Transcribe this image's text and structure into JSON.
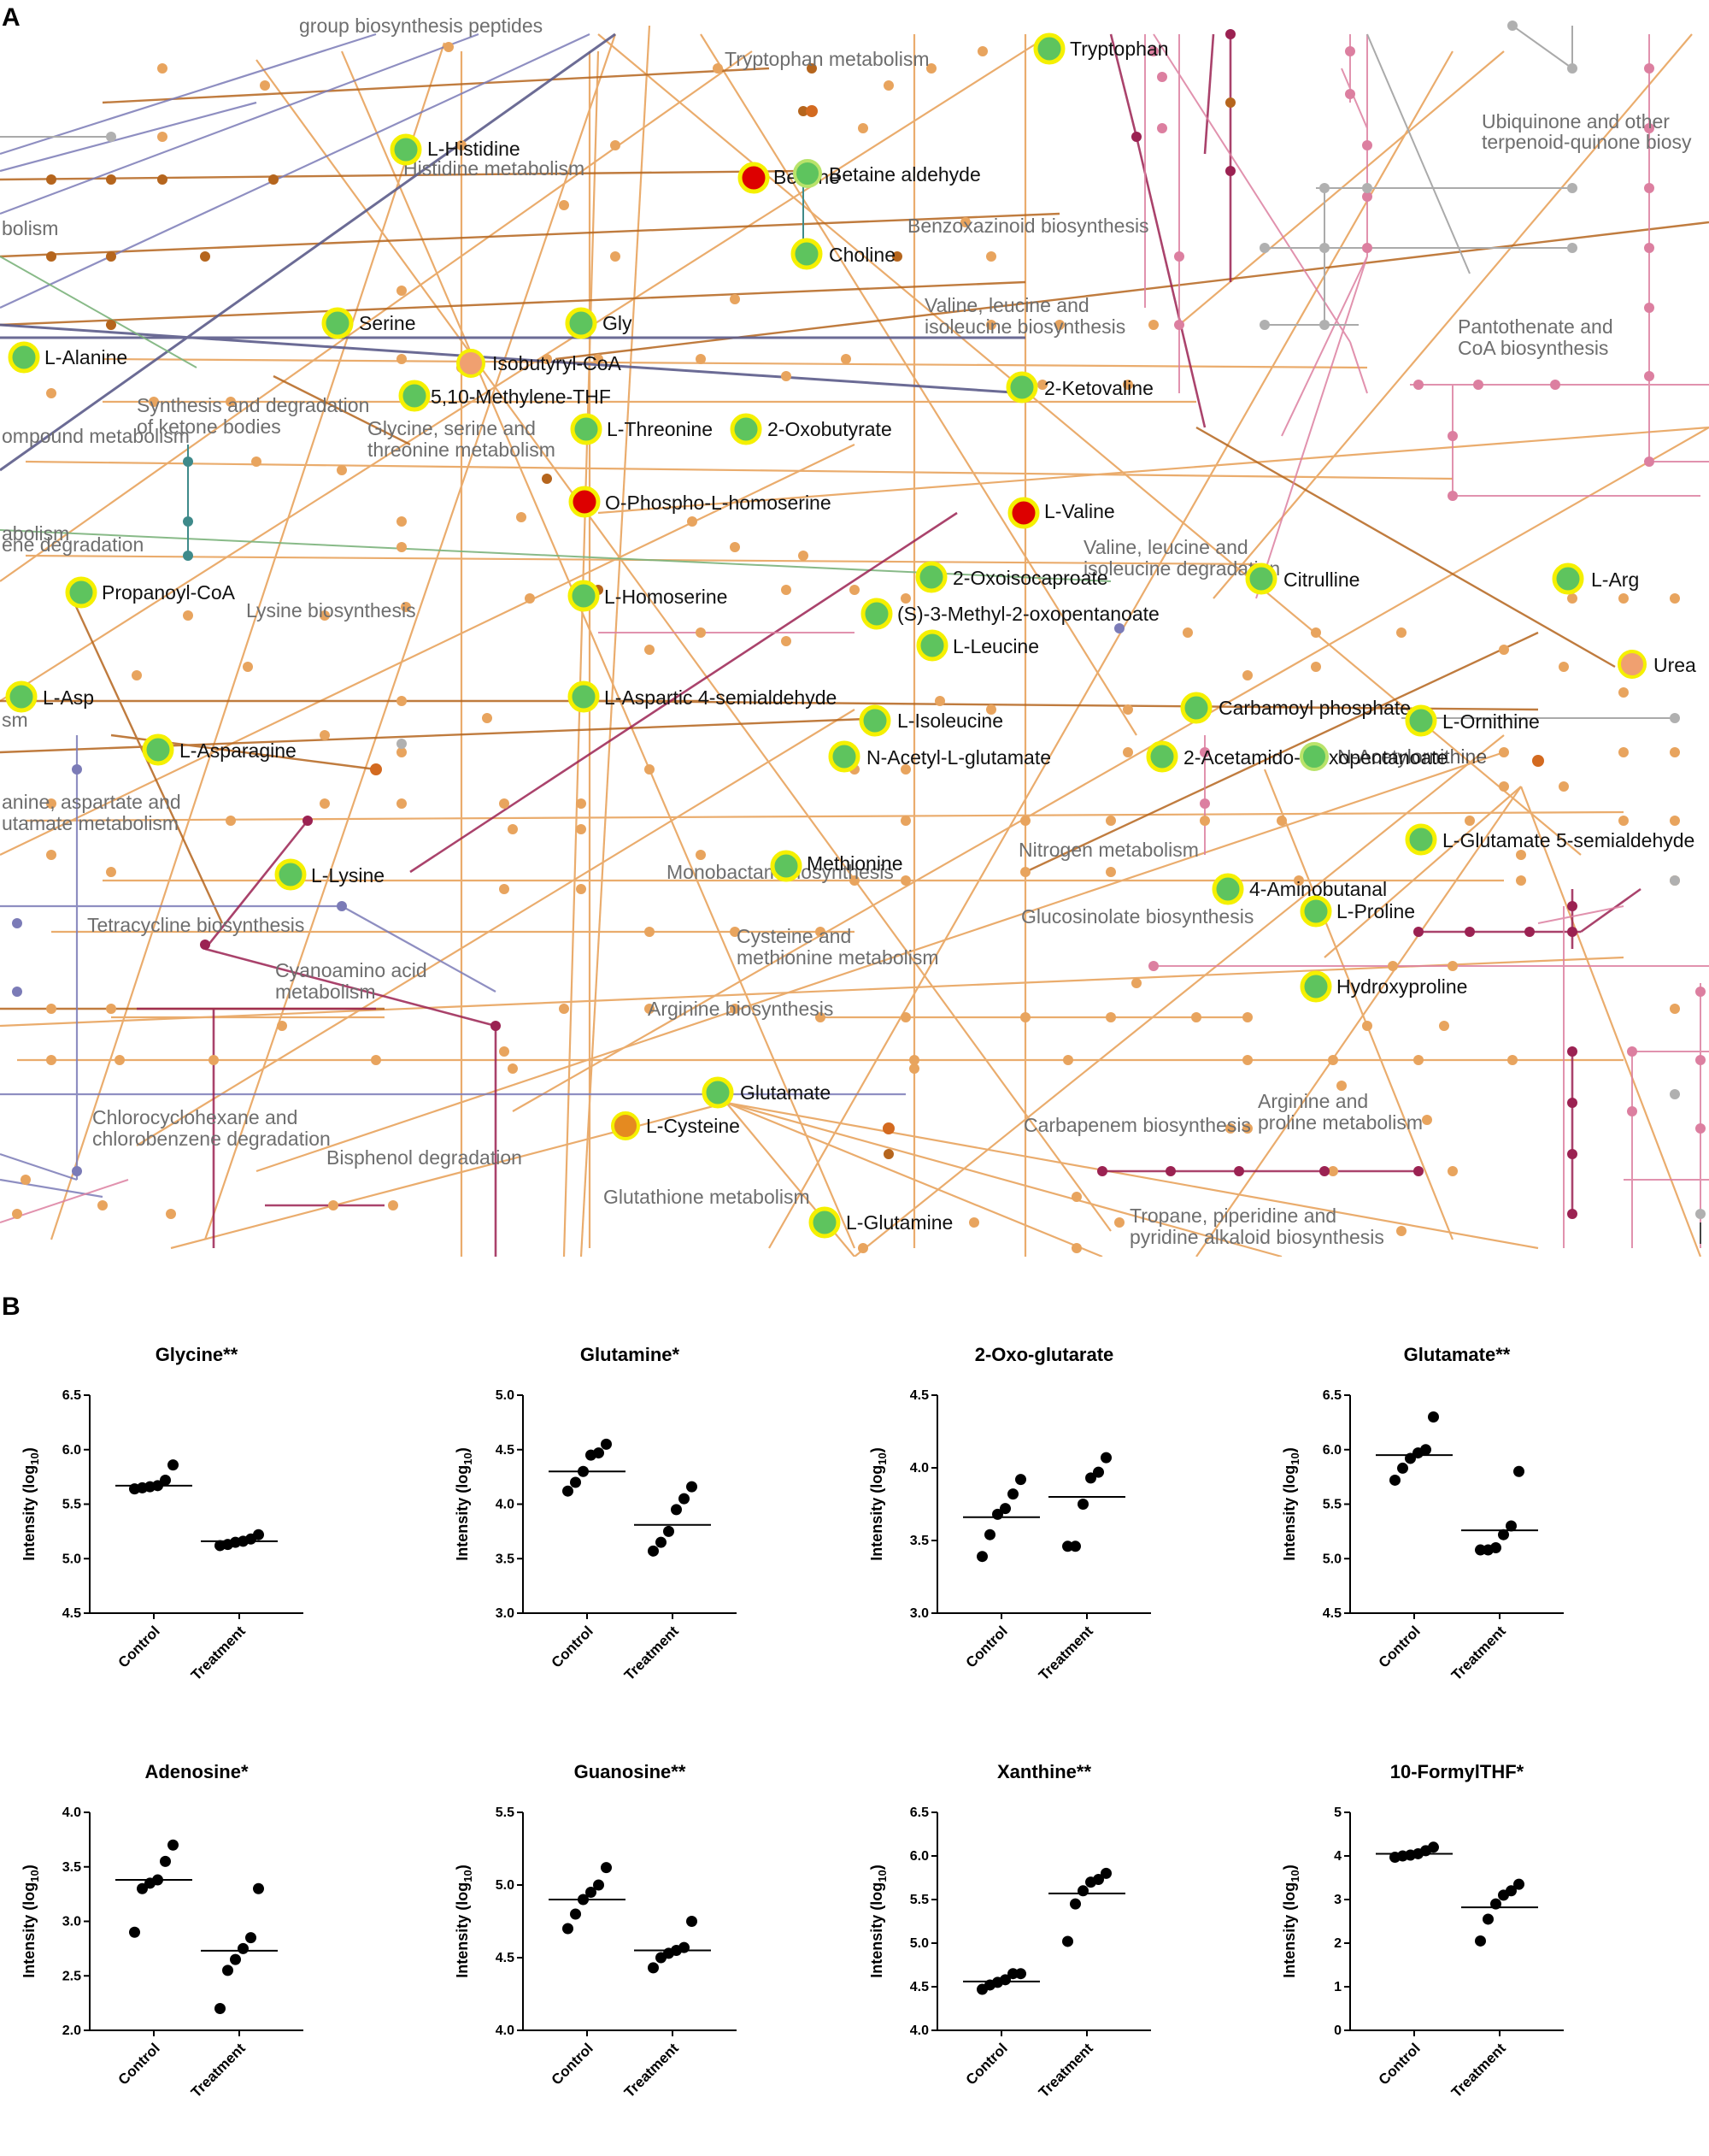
{
  "panel_a": {
    "letter": "A",
    "metabolites": [
      {
        "name": "L-Histidine",
        "color": "#5ec45e"
      },
      {
        "name": "Betaine",
        "color": "#dd0000"
      },
      {
        "name": "Betaine aldehyde",
        "color": "#5ec45e"
      },
      {
        "name": "Tryptophan",
        "color": "#5ec45e"
      },
      {
        "name": "Choline",
        "color": "#5ec45e"
      },
      {
        "name": "Serine",
        "color": "#5ec45e"
      },
      {
        "name": "Gly",
        "color": "#5ec45e"
      },
      {
        "name": "L-Alanine",
        "color": "#5ec45e"
      },
      {
        "name": "Isobutyryl-CoA",
        "color": "#f0a070"
      },
      {
        "name": "5,10-Methylene-THF",
        "color": "#5ec45e"
      },
      {
        "name": "2-Ketovaline",
        "color": "#5ec45e"
      },
      {
        "name": "L-Threonine",
        "color": "#5ec45e"
      },
      {
        "name": "2-Oxobutyrate",
        "color": "#5ec45e"
      },
      {
        "name": "O-Phospho-L-homoserine",
        "color": "#dd0000"
      },
      {
        "name": "L-Valine",
        "color": "#dd0000"
      },
      {
        "name": "Propanoyl-CoA",
        "color": "#5ec45e"
      },
      {
        "name": "L-Homoserine",
        "color": "#5ec45e"
      },
      {
        "name": "2-Oxoisocaproate",
        "color": "#5ec45e"
      },
      {
        "name": "Citrulline",
        "color": "#5ec45e"
      },
      {
        "name": "L-Arg",
        "color": "#5ec45e"
      },
      {
        "name": "(S)-3-Methyl-2-oxopentanoate",
        "color": "#5ec45e"
      },
      {
        "name": "L-Leucine",
        "color": "#5ec45e"
      },
      {
        "name": "Urea",
        "color": "#f0a070"
      },
      {
        "name": "L-Asp",
        "color": "#5ec45e"
      },
      {
        "name": "L-Aspartic 4-semialdehyde",
        "color": "#5ec45e"
      },
      {
        "name": "Carbamoyl phosphate",
        "color": "#5ec45e"
      },
      {
        "name": "L-Ornithine",
        "color": "#5ec45e"
      },
      {
        "name": "L-Isoleucine",
        "color": "#5ec45e"
      },
      {
        "name": "L-Asparagine",
        "color": "#5ec45e"
      },
      {
        "name": "N-Acetyl-L-glutamate",
        "color": "#5ec45e"
      },
      {
        "name": "2-Acetamido-5-oxopentanoate",
        "color": "#5ec45e"
      },
      {
        "name": "N-Acetylornithine",
        "color": "#5ec45e"
      },
      {
        "name": "L-Glutamate 5-semialdehyde",
        "color": "#5ec45e"
      },
      {
        "name": "Methionine",
        "color": "#5ec45e"
      },
      {
        "name": "L-Lysine",
        "color": "#5ec45e"
      },
      {
        "name": "4-Aminobutanal",
        "color": "#5ec45e"
      },
      {
        "name": "L-Proline",
        "color": "#5ec45e"
      },
      {
        "name": "Hydroxyproline",
        "color": "#5ec45e"
      },
      {
        "name": "Glutamate",
        "color": "#5ec45e"
      },
      {
        "name": "L-Cysteine",
        "color": "#e58a20"
      },
      {
        "name": "L-Glutamine",
        "color": "#5ec45e"
      }
    ],
    "pathways": [
      "Tryptophan metabolism",
      "Ubiquinone and other",
      "terpenoid-quinone biosy",
      "Histidine metabolism",
      "Benzoxazinoid biosynthesis",
      "bolism",
      "Valine, leucine and",
      "isoleucine biosynthesis",
      "Pantothenate and",
      "CoA biosynthesis",
      "Synthesis and degradation",
      "of ketone bodies",
      "Glycine, serine and",
      "threonine metabolism",
      "ompound metabolism",
      "abolism",
      "ene degradation",
      "Valine, leucine and",
      "isoleucine degradation",
      "Lysine biosynthesis",
      "sm",
      "anine, aspartate and",
      "utamate metabolism",
      "Nitrogen metabolism",
      "Monobactam biosynthesis",
      "Glucosinolate biosynthesis",
      "Tetracycline biosynthesis",
      "Cysteine and",
      "methionine metabolism",
      "Cyanoamino acid",
      "metabolism",
      "Arginine biosynthesis",
      "Arginine and",
      "proline metabolism",
      "Chlorocyclohexane and",
      "chlorobenzene degradation",
      "Carbapenem biosynthesis",
      "Bisphenol degradation",
      "Glutathione metabolism",
      "Tropane, piperidine and",
      "pyridine alkaloid biosynthesis",
      "group biosynthesis peptides"
    ]
  },
  "panel_b": {
    "letter": "B",
    "y_axis_label": "Intensity (log",
    "y_axis_sub": "10",
    "y_axis_close": ")"
  },
  "chart_data": [
    {
      "type": "scatter",
      "title": "Glycine**",
      "categories": [
        "Control",
        "Treatment"
      ],
      "ylim": [
        4.5,
        6.5
      ],
      "yticks": [
        "4.5",
        "5.0",
        "5.5",
        "6.0",
        "6.5"
      ],
      "series": [
        {
          "values": [
            5.64,
            5.65,
            5.66,
            5.67,
            5.72,
            5.86
          ]
        },
        {
          "values": [
            5.12,
            5.13,
            5.15,
            5.16,
            5.18,
            5.22
          ]
        }
      ],
      "means": [
        5.67,
        5.16
      ]
    },
    {
      "type": "scatter",
      "title": "Glutamine*",
      "categories": [
        "Control",
        "Treatment"
      ],
      "ylim": [
        3.0,
        5.0
      ],
      "yticks": [
        "3.0",
        "3.5",
        "4.0",
        "4.5",
        "5.0"
      ],
      "series": [
        {
          "values": [
            4.12,
            4.2,
            4.3,
            4.45,
            4.47,
            4.55
          ]
        },
        {
          "values": [
            3.57,
            3.65,
            3.75,
            3.95,
            4.05,
            4.16
          ]
        }
      ],
      "means": [
        4.3,
        3.81
      ]
    },
    {
      "type": "scatter",
      "title": "2-Oxo-glutarate",
      "categories": [
        "Control",
        "Treatment"
      ],
      "ylim": [
        3.0,
        4.5
      ],
      "yticks": [
        "3.0",
        "3.5",
        "4.0",
        "4.5"
      ],
      "series": [
        {
          "values": [
            3.39,
            3.54,
            3.68,
            3.72,
            3.82,
            3.92
          ]
        },
        {
          "values": [
            3.46,
            3.46,
            3.75,
            3.93,
            3.97,
            4.07
          ]
        }
      ],
      "means": [
        3.66,
        3.8
      ]
    },
    {
      "type": "scatter",
      "title": "Glutamate**",
      "categories": [
        "Control",
        "Treatment"
      ],
      "ylim": [
        4.5,
        6.5
      ],
      "yticks": [
        "4.5",
        "5.0",
        "5.5",
        "6.0",
        "6.5"
      ],
      "series": [
        {
          "values": [
            5.72,
            5.83,
            5.92,
            5.97,
            6.0,
            6.3
          ]
        },
        {
          "values": [
            5.08,
            5.08,
            5.1,
            5.22,
            5.3,
            5.8
          ]
        }
      ],
      "means": [
        5.95,
        5.26
      ]
    },
    {
      "type": "scatter",
      "title": "Adenosine*",
      "categories": [
        "Control",
        "Treatment"
      ],
      "ylim": [
        2.0,
        4.0
      ],
      "yticks": [
        "2.0",
        "2.5",
        "3.0",
        "3.5",
        "4.0"
      ],
      "series": [
        {
          "values": [
            2.9,
            3.3,
            3.35,
            3.38,
            3.55,
            3.7
          ]
        },
        {
          "values": [
            2.2,
            2.55,
            2.65,
            2.75,
            2.85,
            3.3
          ]
        }
      ],
      "means": [
        3.38,
        2.73
      ]
    },
    {
      "type": "scatter",
      "title": "Guanosine**",
      "categories": [
        "Control",
        "Treatment"
      ],
      "ylim": [
        4.0,
        5.5
      ],
      "yticks": [
        "4.0",
        "4.5",
        "5.0",
        "5.5"
      ],
      "series": [
        {
          "values": [
            4.7,
            4.8,
            4.9,
            4.95,
            5.0,
            5.12
          ]
        },
        {
          "values": [
            4.43,
            4.5,
            4.53,
            4.55,
            4.57,
            4.75
          ]
        }
      ],
      "means": [
        4.9,
        4.55
      ]
    },
    {
      "type": "scatter",
      "title": "Xanthine**",
      "categories": [
        "Control",
        "Treatment"
      ],
      "ylim": [
        4.0,
        6.5
      ],
      "yticks": [
        "4.0",
        "4.5",
        "5.0",
        "5.5",
        "6.0",
        "6.5"
      ],
      "series": [
        {
          "values": [
            4.47,
            4.52,
            4.55,
            4.58,
            4.65,
            4.65
          ]
        },
        {
          "values": [
            5.02,
            5.45,
            5.6,
            5.7,
            5.73,
            5.8
          ]
        }
      ],
      "means": [
        4.56,
        5.57
      ]
    },
    {
      "type": "scatter",
      "title": "10-FormylTHF*",
      "categories": [
        "Control",
        "Treatment"
      ],
      "ylim": [
        0,
        5
      ],
      "yticks": [
        "0",
        "1",
        "2",
        "3",
        "4",
        "5"
      ],
      "series": [
        {
          "values": [
            3.97,
            4.0,
            4.02,
            4.05,
            4.12,
            4.2
          ]
        },
        {
          "values": [
            2.05,
            2.55,
            2.9,
            3.1,
            3.2,
            3.35
          ]
        }
      ],
      "means": [
        4.05,
        2.82
      ]
    }
  ]
}
